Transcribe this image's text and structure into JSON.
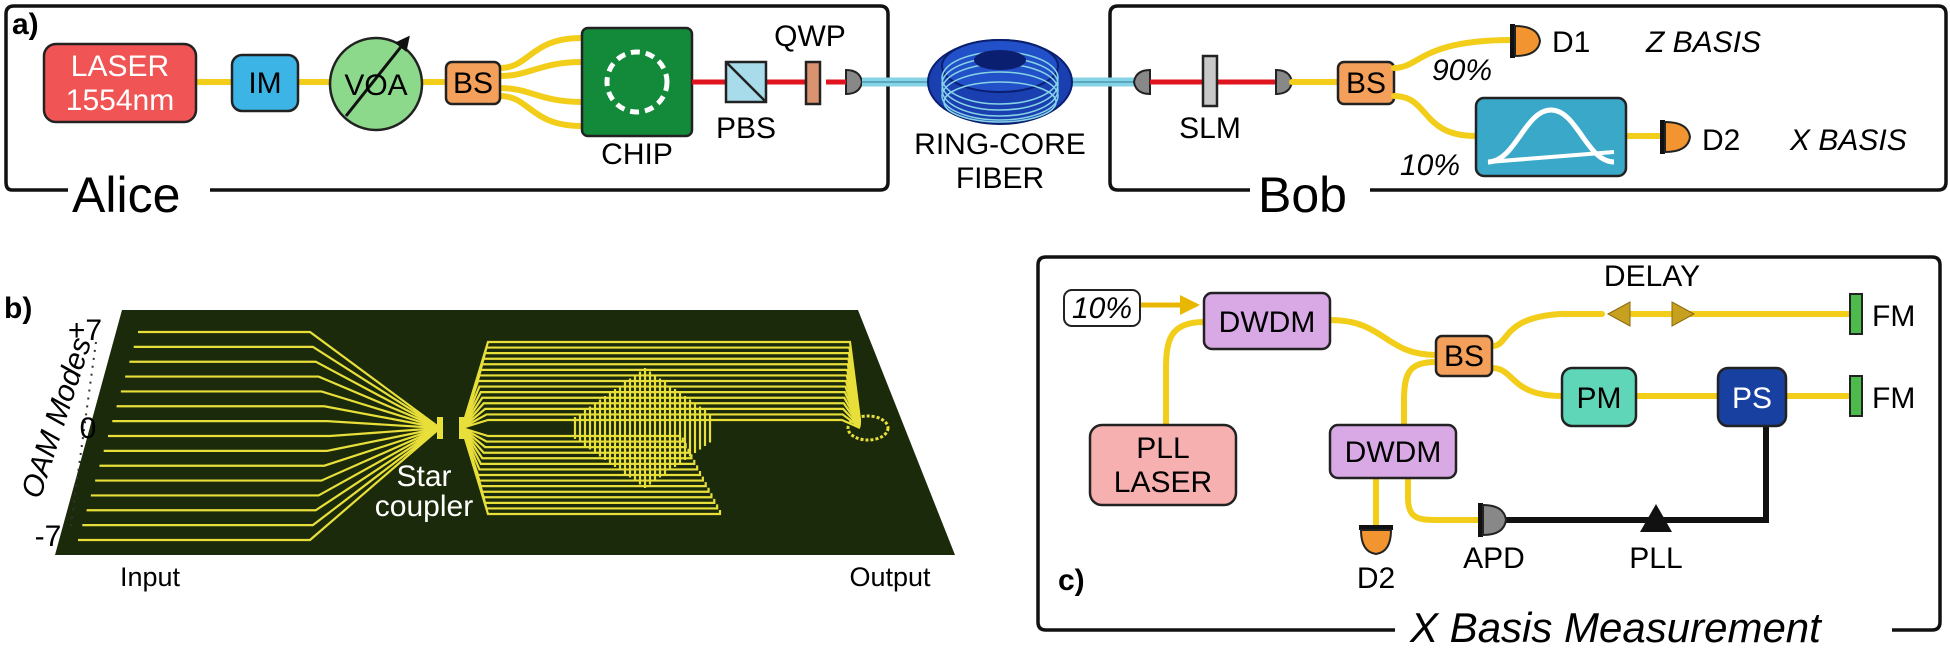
{
  "panel_a": {
    "tag": "a)",
    "alice_label": "Alice",
    "bob_label": "Bob",
    "laser_line1": "LASER",
    "laser_line2": "1554nm",
    "im": "IM",
    "voa": "VOA",
    "bs_alice": "BS",
    "chip": "CHIP",
    "pbs": "PBS",
    "qwp": "QWP",
    "fiber_line1": "RING-CORE",
    "fiber_line2": "FIBER",
    "slm": "SLM",
    "bs_bob": "BS",
    "pct_90": "90%",
    "pct_10": "10%",
    "d1": "D1",
    "d2": "D2",
    "z_basis": "Z BASIS",
    "x_basis": "X BASIS"
  },
  "panel_b": {
    "tag": "b)",
    "axis_title": "OAM Modes",
    "tick_top": "+7",
    "tick_mid": "0",
    "tick_bot": "-7",
    "star_line1": "Star",
    "star_line2": "coupler",
    "input": "Input",
    "output": "Output"
  },
  "panel_c": {
    "tag": "c)",
    "title": "X Basis Measurement",
    "in_pct": "10%",
    "dwdm_top": "DWDM",
    "dwdm_mid": "DWDM",
    "bs": "BS",
    "delay": "DELAY",
    "fm_top": "FM",
    "fm_bot": "FM",
    "pm": "PM",
    "ps": "PS",
    "pll_laser_line1": "PLL",
    "pll_laser_line2": "LASER",
    "d2": "D2",
    "apd": "APD",
    "pll": "PLL"
  },
  "colors": {
    "laser": "#f05454",
    "im": "#3cb4e6",
    "voa": "#8cd98c",
    "bs": "#f5a05a",
    "chip": "#128a3a",
    "pbs": "#a8dcea",
    "qwp": "#d9936e",
    "waveguide": "#f2cd1a",
    "free_space": "#e0141e",
    "fiber": "#86d3e6",
    "fiber_spool": "#1a3fb0",
    "slm": "#c8c8c8",
    "filter": "#3aa8c8",
    "detector": "#f29430",
    "dwdm": "#d9a9e6",
    "pm": "#5fd6b8",
    "ps": "#1840a0",
    "fm": "#4cbb4c",
    "pll_laser": "#f7b0b0",
    "delay": "#c8a020",
    "chip_substrate": "#1a2a0a"
  }
}
